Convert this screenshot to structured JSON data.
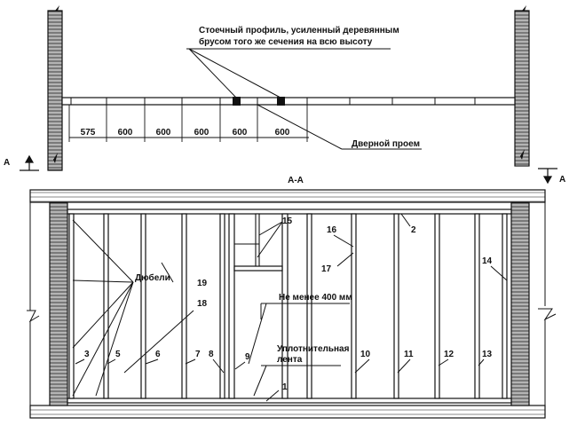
{
  "plan": {
    "note_line1": "Стоечный профиль, усиленный деревянным",
    "note_line2": "брусом того же сечения на всю высоту",
    "dimensions": [
      "575",
      "600",
      "600",
      "600",
      "600",
      "600"
    ],
    "door_label": "Дверной проем",
    "section_marker": "A"
  },
  "section": {
    "title": "A-A",
    "dowels_label": "Дюбели",
    "min_height_note": "Не менее 400 мм",
    "sealing_tape_line1": "Уплотнительная",
    "sealing_tape_line2": "лента",
    "callouts": [
      "1",
      "2",
      "3",
      "5",
      "6",
      "7",
      "8",
      "9",
      "10",
      "11",
      "12",
      "13",
      "14",
      "15",
      "16",
      "17",
      "18",
      "19"
    ]
  }
}
